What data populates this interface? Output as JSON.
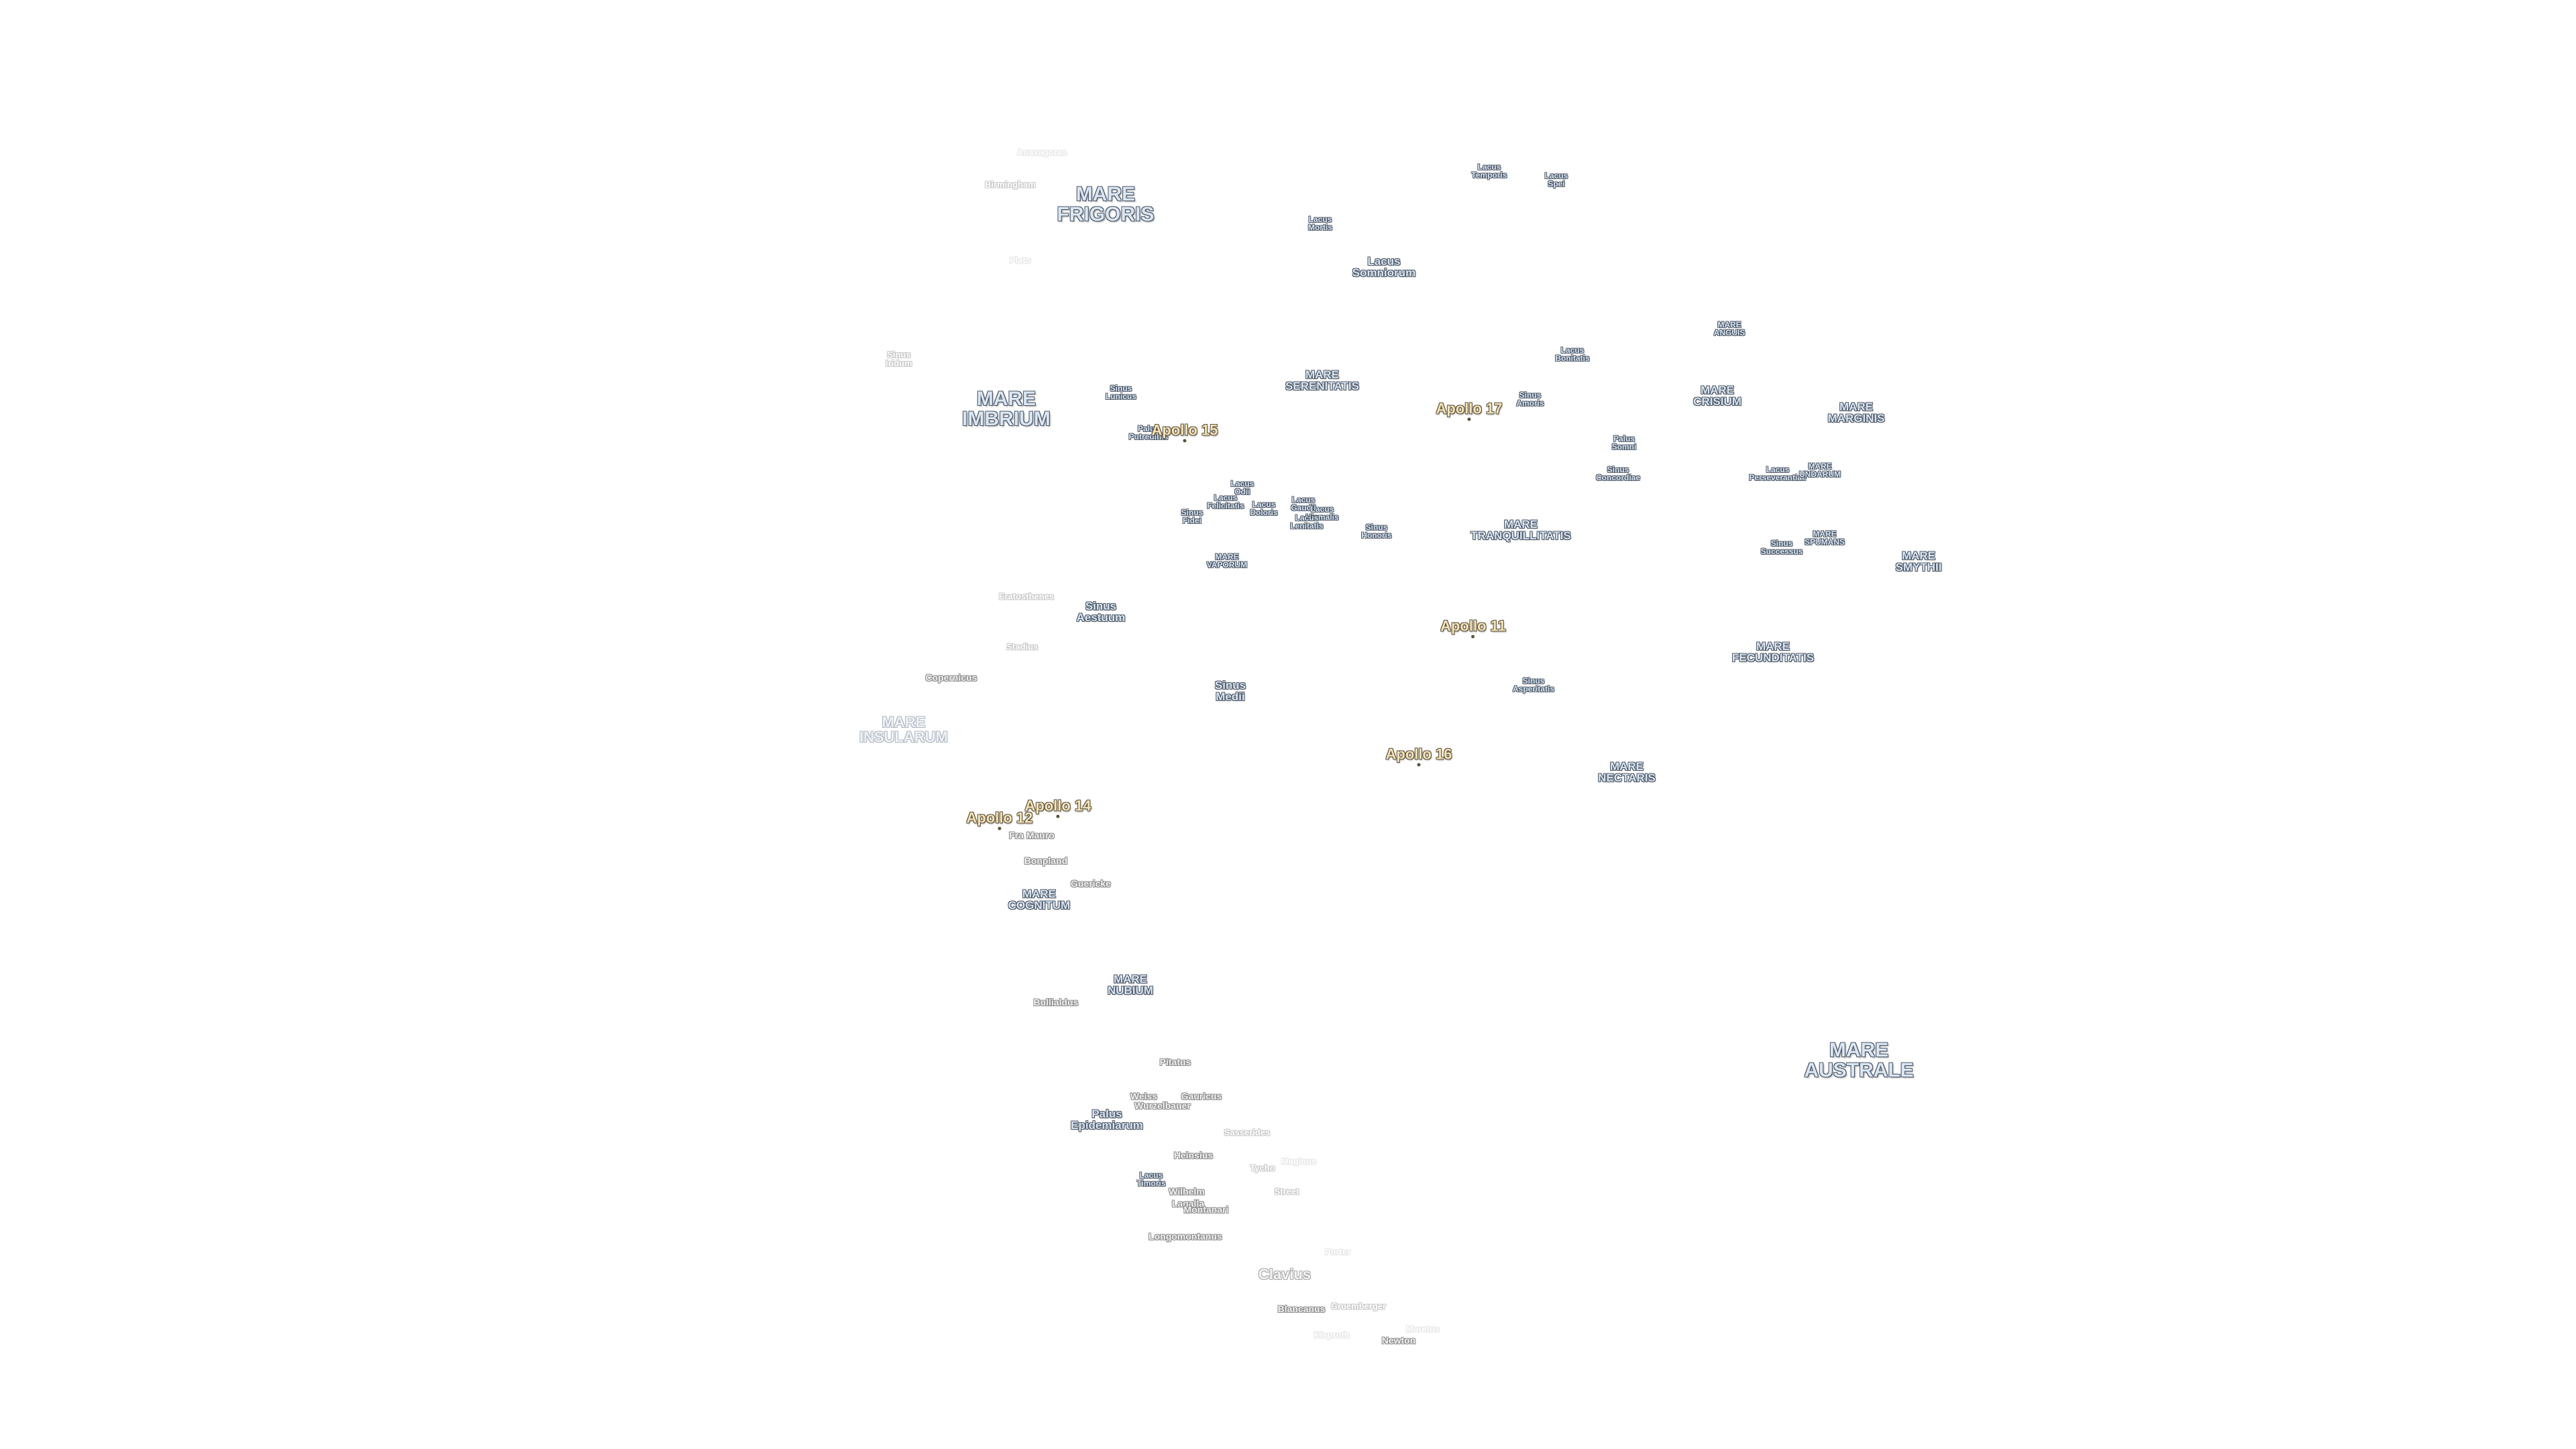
{
  "labels": [
    {
      "name": "anaxagoras-label",
      "kind": "crater-faint",
      "text": "Anaxagoras"
    },
    {
      "name": "birmingham-label",
      "kind": "crater-dim",
      "text": "Birmingham"
    },
    {
      "name": "mare-frigoris-label",
      "kind": "mare",
      "text": "MARE\nFRIGORIS"
    },
    {
      "name": "plato-label",
      "kind": "crater-faint",
      "text": "Plato"
    },
    {
      "name": "lacus-temporis-label",
      "kind": "feat-sm",
      "text": "Lacus\nTemporis"
    },
    {
      "name": "lacus-spei-label",
      "kind": "feat-sm",
      "text": "Lacus\nSpei"
    },
    {
      "name": "lacus-mortis-label",
      "kind": "feat-sm",
      "text": "Lacus\nMortis"
    },
    {
      "name": "lacus-somniorum-label",
      "kind": "feat",
      "text": "Lacus\nSomniorum"
    },
    {
      "name": "mare-anguis-label",
      "kind": "feat-sm",
      "text": "MARE\nANGUIS"
    },
    {
      "name": "sinus-iridum-label",
      "kind": "crater-dim",
      "text": "Sinus\nIridum"
    },
    {
      "name": "mare-imbrium-label",
      "kind": "mare",
      "text": "MARE\nIMBRIUM"
    },
    {
      "name": "sinus-lunicus-label",
      "kind": "feat-sm",
      "text": "Sinus\nLunicus"
    },
    {
      "name": "mare-serenitatis-label",
      "kind": "mare-sm",
      "text": "MARE\nSERENITATIS"
    },
    {
      "name": "lacus-bonitatis-label",
      "kind": "feat-sm",
      "text": "Lacus\nBonitatis"
    },
    {
      "name": "mare-crisium-label",
      "kind": "mare-sm",
      "text": "MARE\nCRISIUM"
    },
    {
      "name": "mare-marginis-label",
      "kind": "mare-sm",
      "text": "MARE\nMARGINIS"
    },
    {
      "name": "sinus-amoris-label",
      "kind": "feat-sm",
      "text": "Sinus\nAmoris"
    },
    {
      "name": "palus-putredinis-label",
      "kind": "feat-sm",
      "text": "Palus\nPutredinis"
    },
    {
      "name": "palus-somni-label",
      "kind": "feat-sm",
      "text": "Palus\nSomni"
    },
    {
      "name": "sinus-concordiae-label",
      "kind": "feat-sm",
      "text": "Sinus\nConcordiae"
    },
    {
      "name": "lacus-perseverantiae-label",
      "kind": "feat-sm",
      "text": "Lacus\nPerseverantiae"
    },
    {
      "name": "mare-undarum-label",
      "kind": "feat-sm",
      "text": "MARE\nUNDARUM"
    },
    {
      "name": "lacus-odii-label",
      "kind": "feat-sm",
      "text": "Lacus\nOdii"
    },
    {
      "name": "lacus-felicitatis-label",
      "kind": "feat-sm",
      "text": "Lacus\nFelicitatis"
    },
    {
      "name": "lacus-doloris-label",
      "kind": "feat-sm",
      "text": "Lacus\nDoloris"
    },
    {
      "name": "lacus-gaudii-label",
      "kind": "feat-sm",
      "text": "Lacus\nGaudii"
    },
    {
      "name": "lacus-hiemalis-label",
      "kind": "feat-sm",
      "text": "Lacus\nHiemalis"
    },
    {
      "name": "lacus-lenitatis-label",
      "kind": "feat-sm",
      "text": "Lacus\nLenitatis"
    },
    {
      "name": "sinus-fidei-label",
      "kind": "feat-sm",
      "text": "Sinus\nFidei"
    },
    {
      "name": "sinus-honoris-label",
      "kind": "feat-sm",
      "text": "Sinus\nHonoris"
    },
    {
      "name": "mare-tranquillitatis-label",
      "kind": "mare-sm",
      "text": "MARE\nTRANQUILLITATIS"
    },
    {
      "name": "sinus-successus-label",
      "kind": "feat-sm",
      "text": "Sinus\nSuccessus"
    },
    {
      "name": "mare-spumans-label",
      "kind": "feat-sm",
      "text": "MARE\nSPUMANS"
    },
    {
      "name": "mare-smythii-label",
      "kind": "mare-sm",
      "text": "MARE\nSMYTHII"
    },
    {
      "name": "mare-vaporum-label",
      "kind": "feat-sm",
      "text": "MARE\nVAPORUM"
    },
    {
      "name": "eratosthenes-label",
      "kind": "crater-dim",
      "text": "Eratosthenes"
    },
    {
      "name": "sinus-aestuum-label",
      "kind": "feat",
      "text": "Sinus\nAestuum"
    },
    {
      "name": "stadius-label",
      "kind": "crater-dim",
      "text": "Stadius"
    },
    {
      "name": "mare-fecunditatis-label",
      "kind": "mare-sm",
      "text": "MARE\nFECUNDITATIS"
    },
    {
      "name": "copernicus-label",
      "kind": "crater",
      "text": "Copernicus"
    },
    {
      "name": "sinus-medii-label",
      "kind": "feat",
      "text": "Sinus\nMedii"
    },
    {
      "name": "sinus-asperitatis-label",
      "kind": "feat-sm",
      "text": "Sinus\nAsperitatis"
    },
    {
      "name": "mare-insularum-label",
      "kind": "mare-dim",
      "text": "MARE\nINSULARUM"
    },
    {
      "name": "mare-nectaris-label",
      "kind": "feat",
      "text": "MARE\nNECTARIS"
    },
    {
      "name": "fra-mauro-label",
      "kind": "crater",
      "text": "Fra Mauro"
    },
    {
      "name": "bonpland-label",
      "kind": "crater",
      "text": "Bonpland"
    },
    {
      "name": "guericke-label",
      "kind": "crater",
      "text": "Guericke"
    },
    {
      "name": "mare-cognitum-label",
      "kind": "feat",
      "text": "MARE\nCOGNITUM"
    },
    {
      "name": "mare-nubium-label",
      "kind": "mare-sm",
      "text": "MARE\nNUBIUM"
    },
    {
      "name": "bullialdus-label",
      "kind": "crater",
      "text": "Bullialdus"
    },
    {
      "name": "mare-australe-label",
      "kind": "mare",
      "text": "MARE\nAUSTRALE"
    },
    {
      "name": "pitatus-label",
      "kind": "crater",
      "text": "Pitatus"
    },
    {
      "name": "weiss-label",
      "kind": "crater",
      "text": "Weiss"
    },
    {
      "name": "gauricus-label",
      "kind": "crater",
      "text": "Gauricus"
    },
    {
      "name": "wurzelbauer-label",
      "kind": "crater",
      "text": "Wurzelbauer"
    },
    {
      "name": "palus-epidemiarum-label",
      "kind": "feat",
      "text": "Palus\nEpidemiarum"
    },
    {
      "name": "sasserides-label",
      "kind": "crater-dim",
      "text": "Sasserides"
    },
    {
      "name": "heinsius-label",
      "kind": "crater",
      "text": "Heinsius"
    },
    {
      "name": "tycho-label",
      "kind": "crater-dim",
      "text": "Tycho"
    },
    {
      "name": "maginus-label",
      "kind": "crater-faint",
      "text": "Maginus"
    },
    {
      "name": "lacus-timoris-label",
      "kind": "feat-sm",
      "text": "Lacus\nTimoris"
    },
    {
      "name": "wilhelm-label",
      "kind": "crater",
      "text": "Wilhelm"
    },
    {
      "name": "street-label",
      "kind": "crater-dim",
      "text": "Street"
    },
    {
      "name": "lagalla-label",
      "kind": "crater",
      "text": "Lagalla"
    },
    {
      "name": "montanari-label",
      "kind": "crater",
      "text": "Montanari"
    },
    {
      "name": "longomontanus-label",
      "kind": "crater",
      "text": "Longomontanus"
    },
    {
      "name": "porter-label",
      "kind": "crater-faint",
      "text": "Porter"
    },
    {
      "name": "clavius-label",
      "kind": "crater-lg",
      "text": "Clavius"
    },
    {
      "name": "blancanus-label",
      "kind": "crater",
      "text": "Blancanus"
    },
    {
      "name": "gruemberger-label",
      "kind": "crater-dim",
      "text": "Gruemberger"
    },
    {
      "name": "klaproth-label",
      "kind": "crater-faint",
      "text": "Klaproth"
    },
    {
      "name": "moretus-label",
      "kind": "crater-faint",
      "text": "Moretus"
    },
    {
      "name": "newton-label",
      "kind": "crater",
      "text": "Newton"
    }
  ],
  "apollo": [
    {
      "name": "apollo-15-label",
      "text": "Apollo 15"
    },
    {
      "name": "apollo-17-label",
      "text": "Apollo 17"
    },
    {
      "name": "apollo-11-label",
      "text": "Apollo 11"
    },
    {
      "name": "apollo-16-label",
      "text": "Apollo 16"
    },
    {
      "name": "apollo-14-label",
      "text": "Apollo 14"
    },
    {
      "name": "apollo-12-label",
      "text": "Apollo 12"
    }
  ]
}
